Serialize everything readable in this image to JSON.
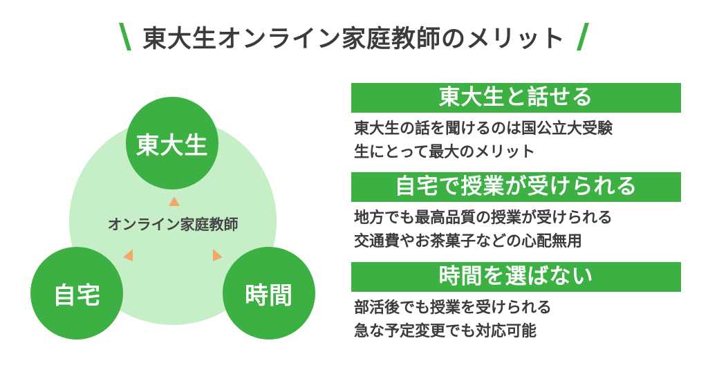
{
  "title": "東大生オンライン家庭教師のメリット",
  "diagram": {
    "top_circle": "東大生",
    "left_circle": "自宅",
    "right_circle": "時間",
    "center_label": "オンライン家庭教師"
  },
  "points": [
    {
      "heading": "東大生と話せる",
      "lines": [
        "東大生の話を聞けるのは国公立大受験",
        "生にとって最大のメリット"
      ]
    },
    {
      "heading": "自宅で授業が受けられる",
      "lines": [
        "地方でも最高品質の授業が受けられる",
        "交通費やお茶菓子などの心配無用"
      ]
    },
    {
      "heading": "時間を選ばない",
      "lines": [
        "部活後でも授業を受けられる",
        "急な予定変更でも対応可能"
      ]
    }
  ],
  "colors": {
    "accent_green": "#3cb043",
    "light_green": "#c6efc8",
    "arrow_orange": "#f2a86a",
    "text_dark": "#3a3a3a"
  }
}
